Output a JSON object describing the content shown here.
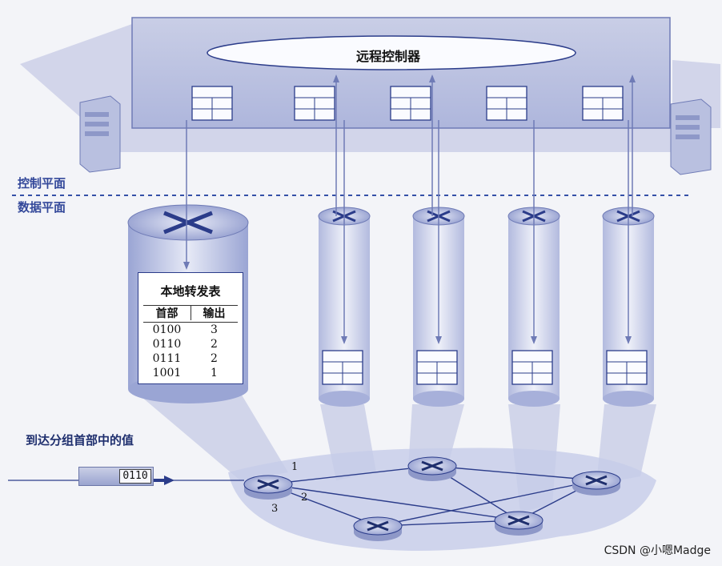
{
  "controller": {
    "title": "远程控制器"
  },
  "planes": {
    "control": "控制平面",
    "data": "数据平面"
  },
  "forwarding_table": {
    "title": "本地转发表",
    "headers": [
      "首部",
      "输出"
    ],
    "rows": [
      [
        "0100",
        "3"
      ],
      [
        "0110",
        "2"
      ],
      [
        "0111",
        "2"
      ],
      [
        "1001",
        "1"
      ]
    ]
  },
  "packet": {
    "label": "到达分组首部中的值",
    "value": "0110"
  },
  "ports": [
    "1",
    "2",
    "3"
  ],
  "watermark": "CSDN @小嗯Madge",
  "colors": {
    "accent": "#33489a",
    "panel": "#d4d8ec",
    "line": "#7d8bc4"
  }
}
